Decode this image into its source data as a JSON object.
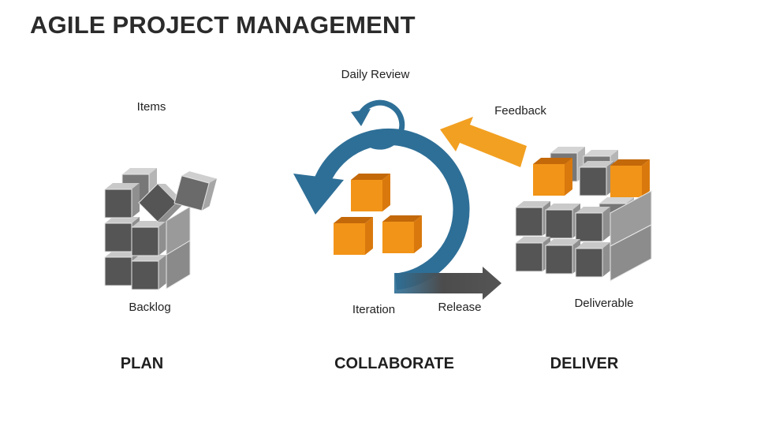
{
  "title": "AGILE PROJECT MANAGEMENT",
  "labels": {
    "items": "Items",
    "backlog": "Backlog",
    "daily_review": "Daily Review",
    "iteration": "Iteration",
    "release": "Release",
    "feedback": "Feedback",
    "deliverable": "Deliverable"
  },
  "phases": {
    "plan": "PLAN",
    "collaborate": "COLLABORATE",
    "deliver": "DELIVER"
  },
  "colors": {
    "cycle_blue": "#2e6f97",
    "cube_orange": "#ee8a12",
    "cube_gray": "#5a5a5a",
    "feedback_arrow": "#f2a021",
    "release_arrow": "#555555"
  }
}
